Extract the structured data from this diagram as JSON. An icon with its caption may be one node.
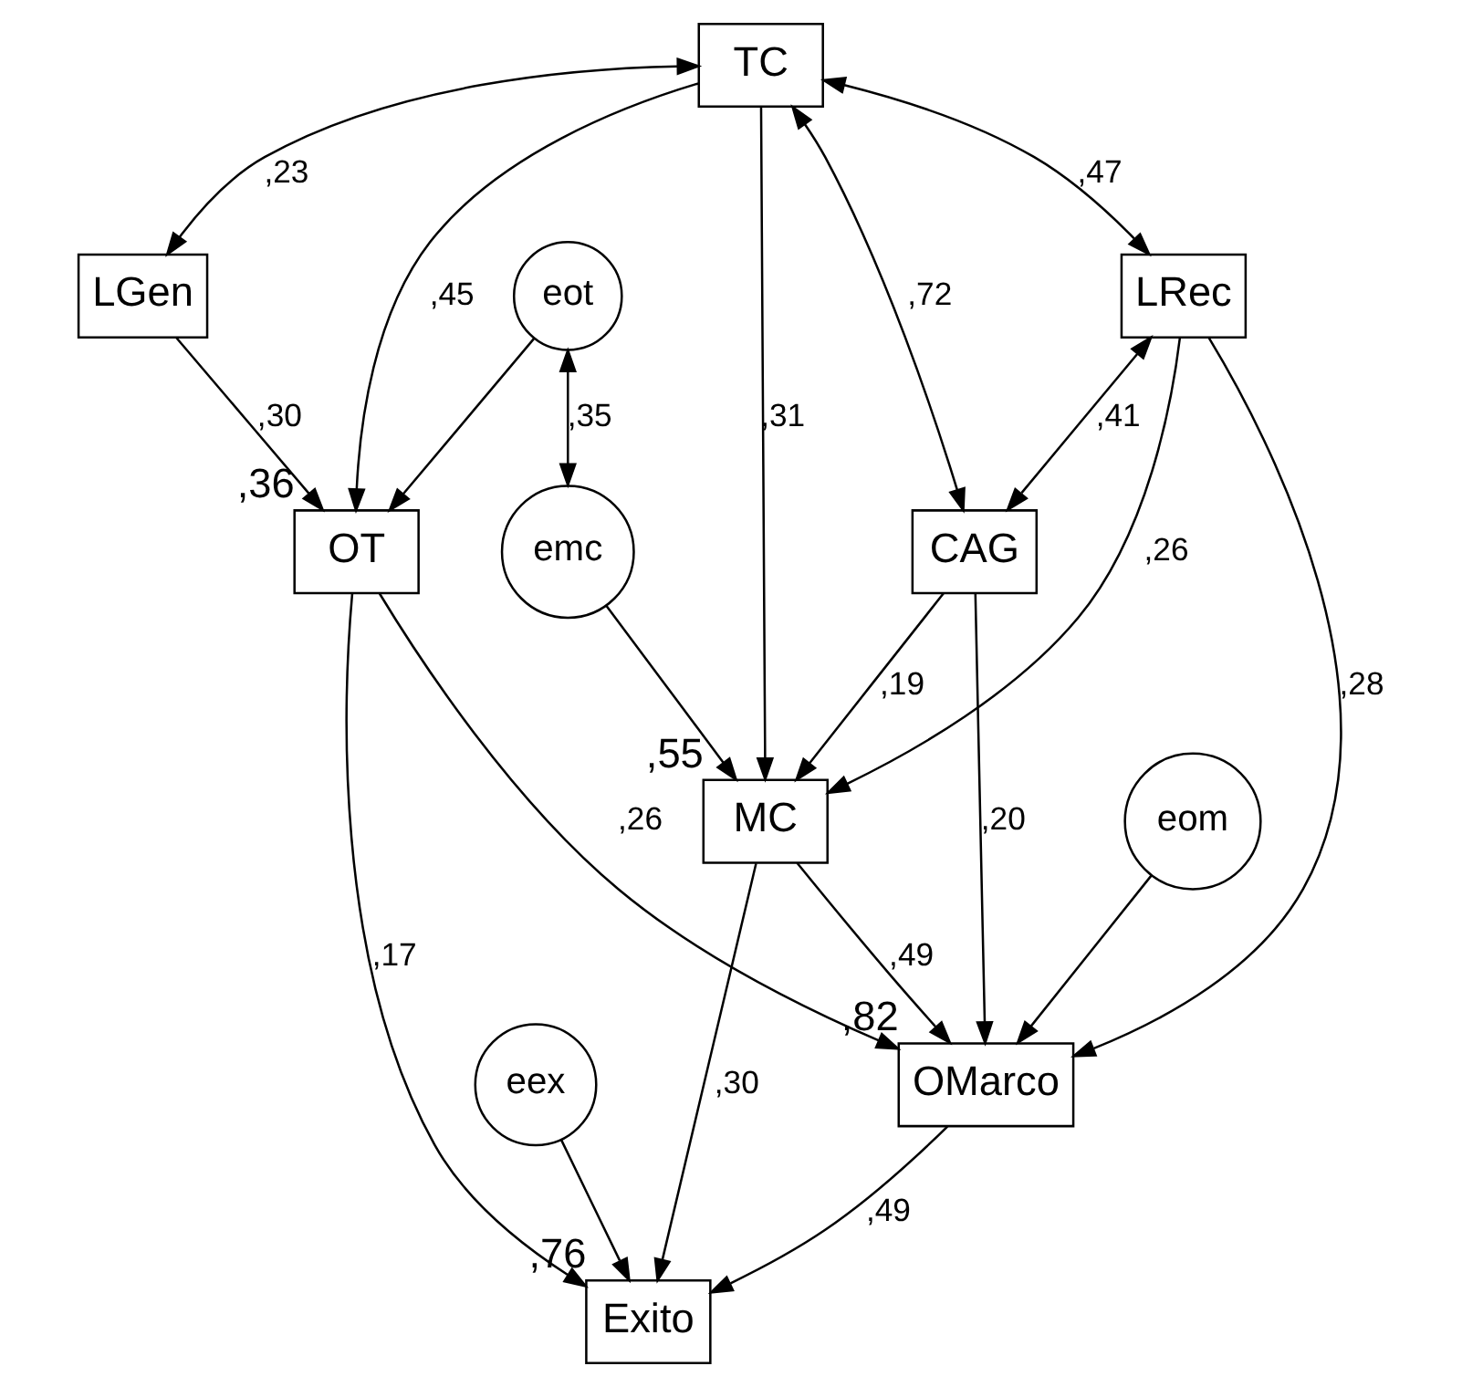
{
  "diagram": {
    "nodes": [
      {
        "text": [
          "TC"
        ]
      },
      {
        "text": [
          "eot"
        ]
      },
      {
        "text": [
          "OT"
        ],
        "beside": [
          ",36"
        ]
      },
      {
        "text": [
          "CAG"
        ]
      },
      {
        "text": [
          "eex"
        ]
      },
      {
        "text": [
          "eom"
        ]
      },
      {
        "text": [
          "Exito"
        ],
        "beside": [
          ",76"
        ]
      },
      {
        "text": [
          "OMarco"
        ],
        "beside": [
          ",82"
        ]
      },
      {
        "text": [
          "LGen"
        ]
      },
      {
        "text": [
          "emc"
        ]
      },
      {
        "text": [
          "MC"
        ],
        "beside": [
          ",55"
        ]
      },
      {
        "text": [
          "LRec"
        ]
      }
    ],
    "edges": [
      {
        "from": 0,
        "to": 2,
        "arrow": "to",
        "label": ",45"
      },
      {
        "from": 1,
        "to": 2,
        "arrow": "to"
      },
      {
        "from": 2,
        "to": 6,
        "arrow": "to",
        "label": ",17"
      },
      {
        "from": 2,
        "to": 7,
        "arrow": "to",
        "label": ",26"
      },
      {
        "from": 0,
        "to": 3,
        "arrow": "both",
        "label": ",72"
      },
      {
        "from": 0,
        "to": 10,
        "arrow": "to",
        "label": ",31"
      },
      {
        "from": 0,
        "to": 8,
        "arrow": "both",
        "label": ",23"
      },
      {
        "from": 0,
        "to": 11,
        "arrow": "both",
        "label": ",47"
      },
      {
        "from": 3,
        "to": 7,
        "arrow": "to",
        "label": ",20"
      },
      {
        "from": 8,
        "to": 2,
        "arrow": "to",
        "label": ",30"
      },
      {
        "from": 4,
        "to": 6,
        "arrow": "to"
      },
      {
        "from": 5,
        "to": 7,
        "arrow": "to"
      },
      {
        "from": 7,
        "to": 6,
        "arrow": "to",
        "label": ",49"
      },
      {
        "from": 3,
        "to": 10,
        "arrow": "to",
        "label": ",19"
      },
      {
        "from": 11,
        "to": 7,
        "arrow": "to",
        "label": ",28"
      },
      {
        "from": 1,
        "to": 9,
        "arrow": "both",
        "label": ",35"
      },
      {
        "from": 9,
        "to": 10,
        "arrow": "to"
      },
      {
        "from": 10,
        "to": 7,
        "arrow": "to",
        "label": ",49"
      },
      {
        "from": 10,
        "to": 6,
        "arrow": "to",
        "label": ",30"
      },
      {
        "from": 11,
        "to": 10,
        "arrow": "to",
        "label": ",26"
      },
      {
        "from": 11,
        "to": 3,
        "arrow": "both",
        "label": ",41"
      }
    ]
  }
}
